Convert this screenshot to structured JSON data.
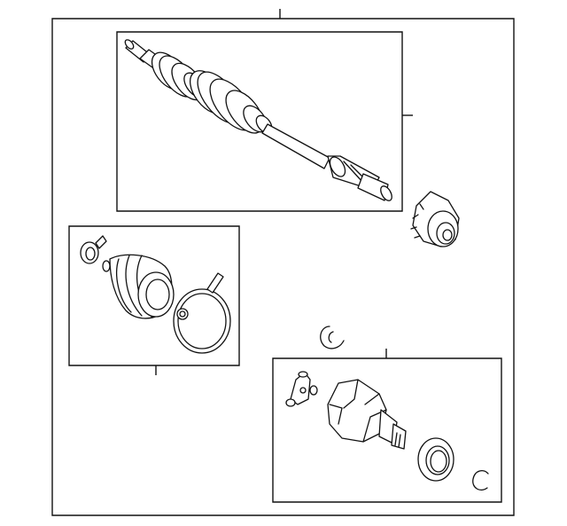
{
  "diagram": {
    "callout_labels": [],
    "parts": [
      {
        "id": "front-axle-shaft-assembly",
        "label": ""
      },
      {
        "id": "tone-ring",
        "label": ""
      },
      {
        "id": "outer-boot-kit",
        "label": ""
      },
      {
        "id": "retaining-clip",
        "label": ""
      },
      {
        "id": "inner-joint-kit",
        "label": ""
      }
    ]
  }
}
